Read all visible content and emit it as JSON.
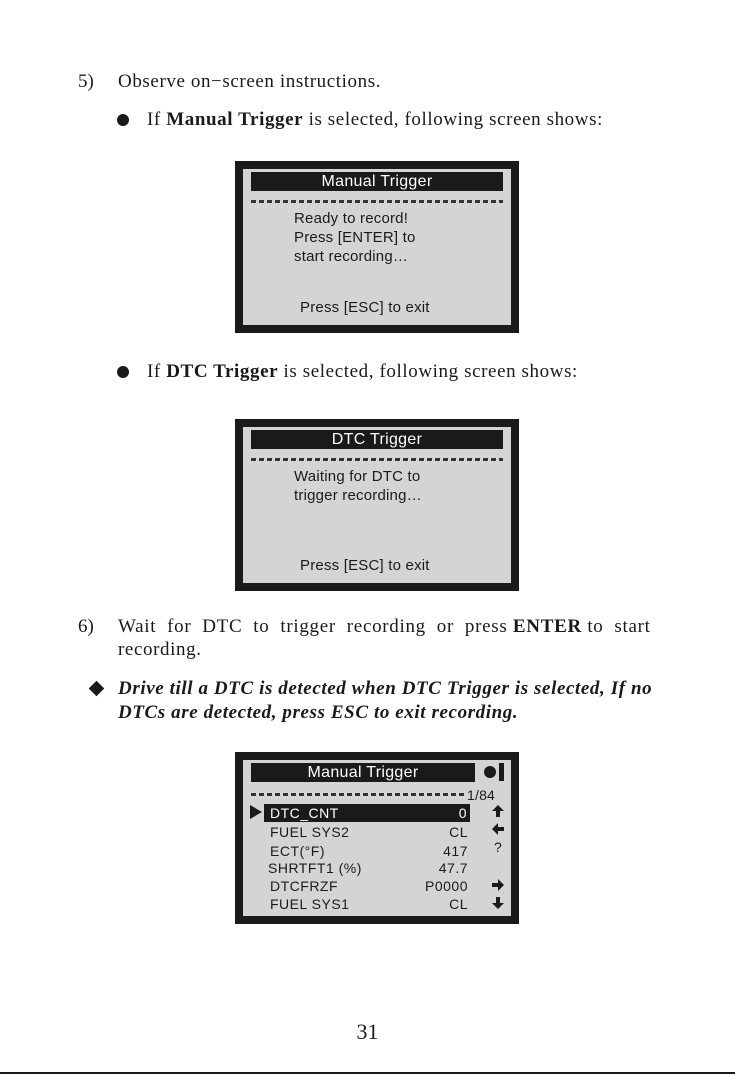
{
  "step5": {
    "number": "5)",
    "text": "Observe on−screen instructions."
  },
  "bullet_manual": {
    "prefix": "If ",
    "bold": "Manual Trigger",
    "suffix": " is selected, following screen shows:"
  },
  "screen_manual": {
    "title": "Manual Trigger",
    "lines": [
      "Ready to record!",
      "Press [ENTER] to",
      "start recording…"
    ],
    "footer": "Press [ESC] to exit"
  },
  "bullet_dtc": {
    "prefix": "If ",
    "bold": "DTC Trigger",
    "suffix": " is selected, following screen shows:"
  },
  "screen_dtc": {
    "title": "DTC Trigger",
    "lines": [
      "Waiting for DTC to",
      "trigger recording…"
    ],
    "footer": "Press [ESC] to exit"
  },
  "step6": {
    "number": "6)",
    "line1_a": "Wait  for  DTC  to  trigger  recording  or  press ",
    "line1_bold": "ENTER",
    "line1_b": " to  start",
    "line2": "recording."
  },
  "note": {
    "line1": "Drive till a DTC is detected when DTC Trigger is selected, If no",
    "line2": "DTCs are detected, press ESC to exit recording."
  },
  "screen_data": {
    "title": "Manual Trigger",
    "page": "1/84",
    "help": "?",
    "rows": [
      {
        "name": "DTC_CNT",
        "value": "0"
      },
      {
        "name": "FUEL SYS2",
        "value": "CL"
      },
      {
        "name": "ECT(°F)",
        "value": "417"
      },
      {
        "name": "SHRTFT1 (%)",
        "value": "47.7"
      },
      {
        "name": "DTCFRZF",
        "value": "P0000"
      },
      {
        "name": "FUEL SYS1",
        "value": "CL"
      }
    ]
  },
  "page_number": "31"
}
